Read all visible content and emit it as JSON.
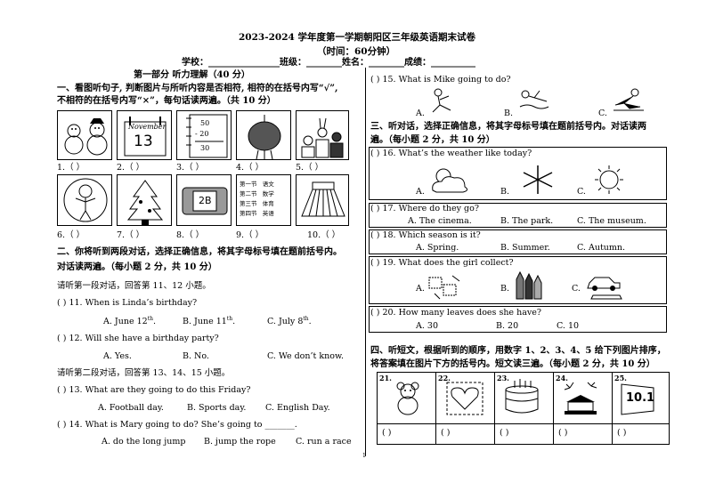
{
  "title": "2023-2024 学年度第一学期朝阳区三年级英语期末试卷",
  "time_note": "（时间：60分钟）",
  "info_line": "学校：________________班级：________姓名：________成绩：__________",
  "part1": "第一部分  听力理解（40 分）",
  "sec1": {
    "instr1": "一、看图听句子, 判断图片与所听内容是否相符, 相符的在括号内写“√”,",
    "instr2": "不相符的在括号内写“×”，每句话读两遍。（共 10 分）",
    "cal_month": "November",
    "cal_day": "13",
    "math": [
      "50",
      "- 20",
      "30"
    ],
    "row1_labels": [
      "1.（    ）",
      "2.（    ）",
      "3.（    ）",
      "4.（    ）",
      "5.（    ）"
    ],
    "row2_labels": [
      "6.（    ）",
      "7.（    ）",
      "8.（    ）",
      "9.（    ）",
      "10.（    ）"
    ],
    "pencil_label": "2B",
    "schedule": [
      [
        "第一节",
        "语文"
      ],
      [
        "第二节",
        "数学"
      ],
      [
        "第三节",
        "体育"
      ],
      [
        "第四节",
        "英语"
      ]
    ]
  },
  "sec2": {
    "instr1": "二、你将听到两段对话，选择正确信息，将其字母标号填在题前括号内。",
    "instr2": "对话读两遍。（每小题 2 分，共 10 分）",
    "dialog1": "请听第一段对话，回答第 11、12 小题。",
    "dialog2": "请听第二段对话，回答第 13、14、15 小题。",
    "q11": "(        ) 11. When is Linda’s birthday?",
    "q11_a": "A. June 12",
    "q11_b": "B.    June 11",
    "q11_c": "C. July 8",
    "q11_suffix": ".",
    "sup_th": "th",
    "q12": "(        ) 12. Will she have a birthday party?",
    "q12_a": "A. Yes.",
    "q12_b": "B. No.",
    "q12_c": "C. We don’t know.",
    "q13": "(        ) 13. What are they going to do this Friday?",
    "q13_a": "A. Football day.",
    "q13_b": "B. Sports day.",
    "q13_c": "C. English Day.",
    "q14": "(        ) 14. What is Mary going to do? She’s going to _______.",
    "q14_a": "A. do the long jump",
    "q14_b": "B. jump the rope",
    "q14_c": "C. run a race"
  },
  "q15": {
    "text": "(        ) 15. What is Mike going to do?",
    "a": "A.",
    "b": "B.",
    "c": "C."
  },
  "sec3": {
    "instr1": "三、听对话，选择正确信息，将其字母标号填在题前括号内。对话读两",
    "instr2": "遍。（每小题 2 分，共 10 分）",
    "q16": "(          ) 16. What’s the weather like today?",
    "q16_abc": [
      "A.",
      "B.",
      "C."
    ],
    "q17": "(          ) 17. Where do they go?",
    "q17_a": "A. The cinema.",
    "q17_b": "B. The park.",
    "q17_c": "C.    The museum.",
    "q18": "(          ) 18. Which season is it?",
    "q18_a": "A. Spring.",
    "q18_b": "B. Summer.",
    "q18_c": "C. Autumn.",
    "q19": "(          ) 19. What does the girl collect?",
    "q19_abc": [
      "A.",
      "B.",
      "C."
    ],
    "q20": "(          ) 20. How many leaves does she have?",
    "q20_a": "A. 30",
    "q20_b": "B. 20",
    "q20_c": "C. 10"
  },
  "sec4": {
    "instr1": "四、听短文，根据听到的顺序，用数字 1、2、3、4、5 给下列图片排序，",
    "instr2": "将答案填在图片下方的括号内。短文读三遍。（每小题 2 分，共 10 分）",
    "nums": [
      "21.",
      "22.",
      "23.",
      "24.",
      "25."
    ],
    "brackets": [
      "(          )",
      "(          )",
      "(          )",
      "(          )",
      "(          )"
    ],
    "flag_text": "10.1"
  },
  "page_number": "1"
}
